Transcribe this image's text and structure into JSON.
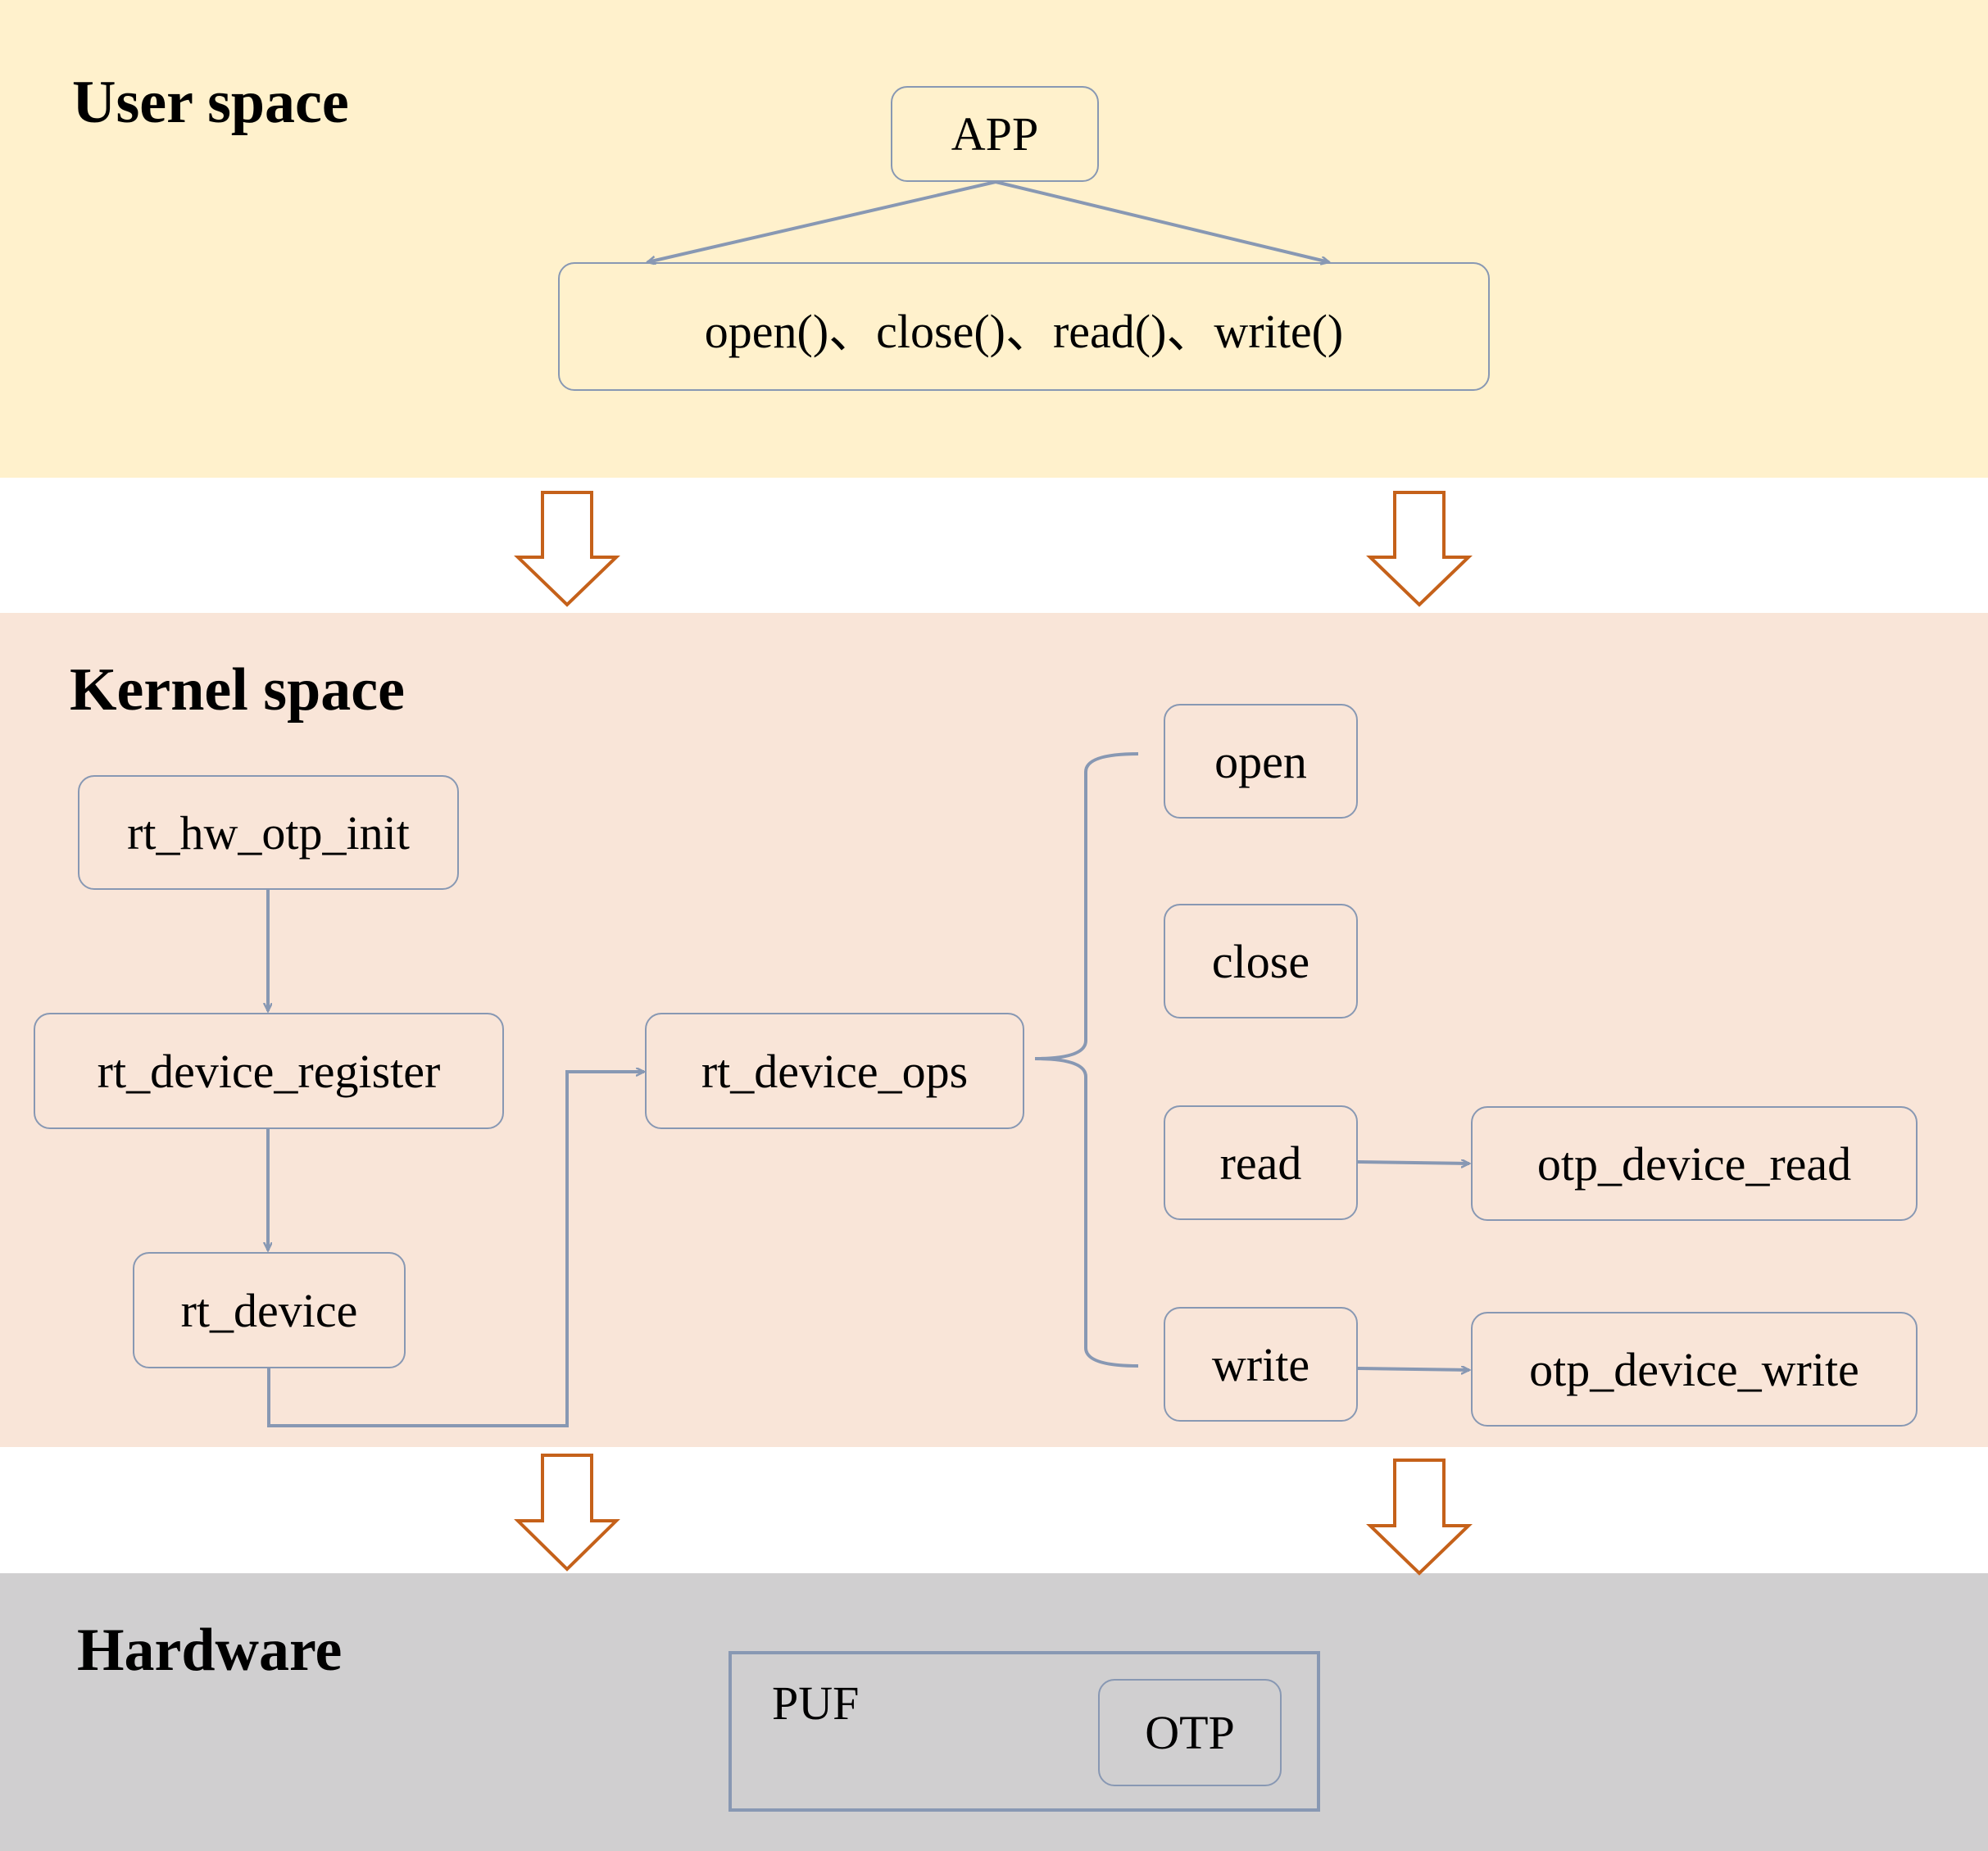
{
  "sections": {
    "user": {
      "title": "User space",
      "fill": "#fff1cc"
    },
    "kernel": {
      "title": "Kernel space",
      "fill": "#f9e5d8"
    },
    "hardware": {
      "title": "Hardware",
      "fill": "#d0cfd0"
    }
  },
  "user_space": {
    "app": "APP",
    "syscalls": "open()、close()、read()、write()"
  },
  "kernel_space": {
    "init": "rt_hw_otp_init",
    "register": "rt_device_register",
    "device": "rt_device",
    "ops": "rt_device_ops",
    "ops_members": {
      "open": "open",
      "close": "close",
      "read": "read",
      "write": "write"
    },
    "read_impl": "otp_device_read",
    "write_impl": "otp_device_write"
  },
  "hardware": {
    "puf": "PUF",
    "otp": "OTP"
  },
  "colors": {
    "box_border": "#8898b3",
    "connector": "#8898b3",
    "layer_arrow": "#c5611a"
  }
}
